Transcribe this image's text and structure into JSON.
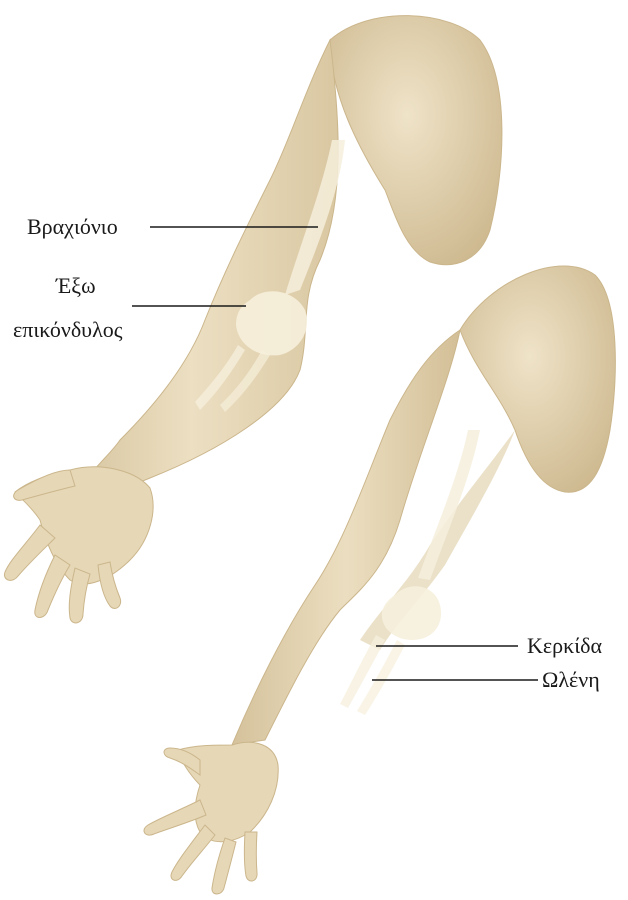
{
  "labels": {
    "humerus": "Βραχιόνιο",
    "lateral_epicondyle_line1": "Έξω",
    "lateral_epicondyle_line2": "επικόνδυλος",
    "radius": "Κερκίδα",
    "ulna": "Ωλένη"
  },
  "colors": {
    "skin": "#eadcbd",
    "skin_shadow": "#d2bf97",
    "bone": "#f6efdc",
    "line": "#1a1a1a",
    "background": "#ffffff"
  }
}
